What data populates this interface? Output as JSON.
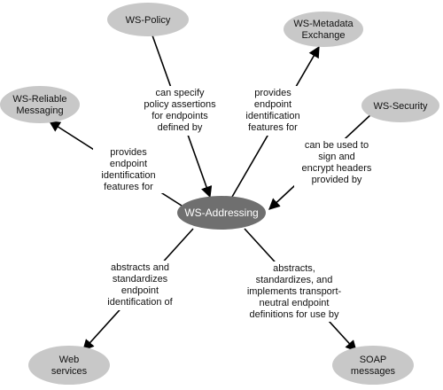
{
  "colors": {
    "node_fill": "#c8c8c8",
    "center_fill": "#6f6f6f",
    "center_text": "#ffffff",
    "edge": "#000000"
  },
  "nodes": {
    "policy": {
      "lines": [
        "WS-Policy"
      ]
    },
    "metadata": {
      "lines": [
        "WS-Metadata",
        "Exchange"
      ]
    },
    "reliable": {
      "lines": [
        "WS-Reliable",
        "Messaging"
      ]
    },
    "security": {
      "lines": [
        "WS-Security"
      ]
    },
    "addressing": {
      "lines": [
        "WS-Addressing"
      ]
    },
    "web_services": {
      "lines": [
        "Web",
        "services"
      ]
    },
    "soap": {
      "lines": [
        "SOAP",
        "messages"
      ]
    }
  },
  "edges": {
    "policy_to_addressing": {
      "lines": [
        "can specify",
        "policy assertions",
        "for endpoints",
        "defined by"
      ]
    },
    "addressing_to_metadata": {
      "lines": [
        "provides",
        "endpoint",
        "identification",
        "features for"
      ]
    },
    "addressing_to_reliable": {
      "lines": [
        "provides",
        "endpoint",
        "identification",
        "features for"
      ]
    },
    "security_to_addressing": {
      "lines": [
        "can be used to",
        "sign and",
        "encrypt headers",
        "provided by"
      ]
    },
    "addressing_to_web_services": {
      "lines": [
        "abstracts and",
        "standardizes",
        "endpoint",
        "identification of"
      ]
    },
    "addressing_to_soap": {
      "lines": [
        "abstracts,",
        "standardizes, and",
        "implements transport-",
        "neutral endpoint",
        "definitions for use by"
      ]
    }
  }
}
